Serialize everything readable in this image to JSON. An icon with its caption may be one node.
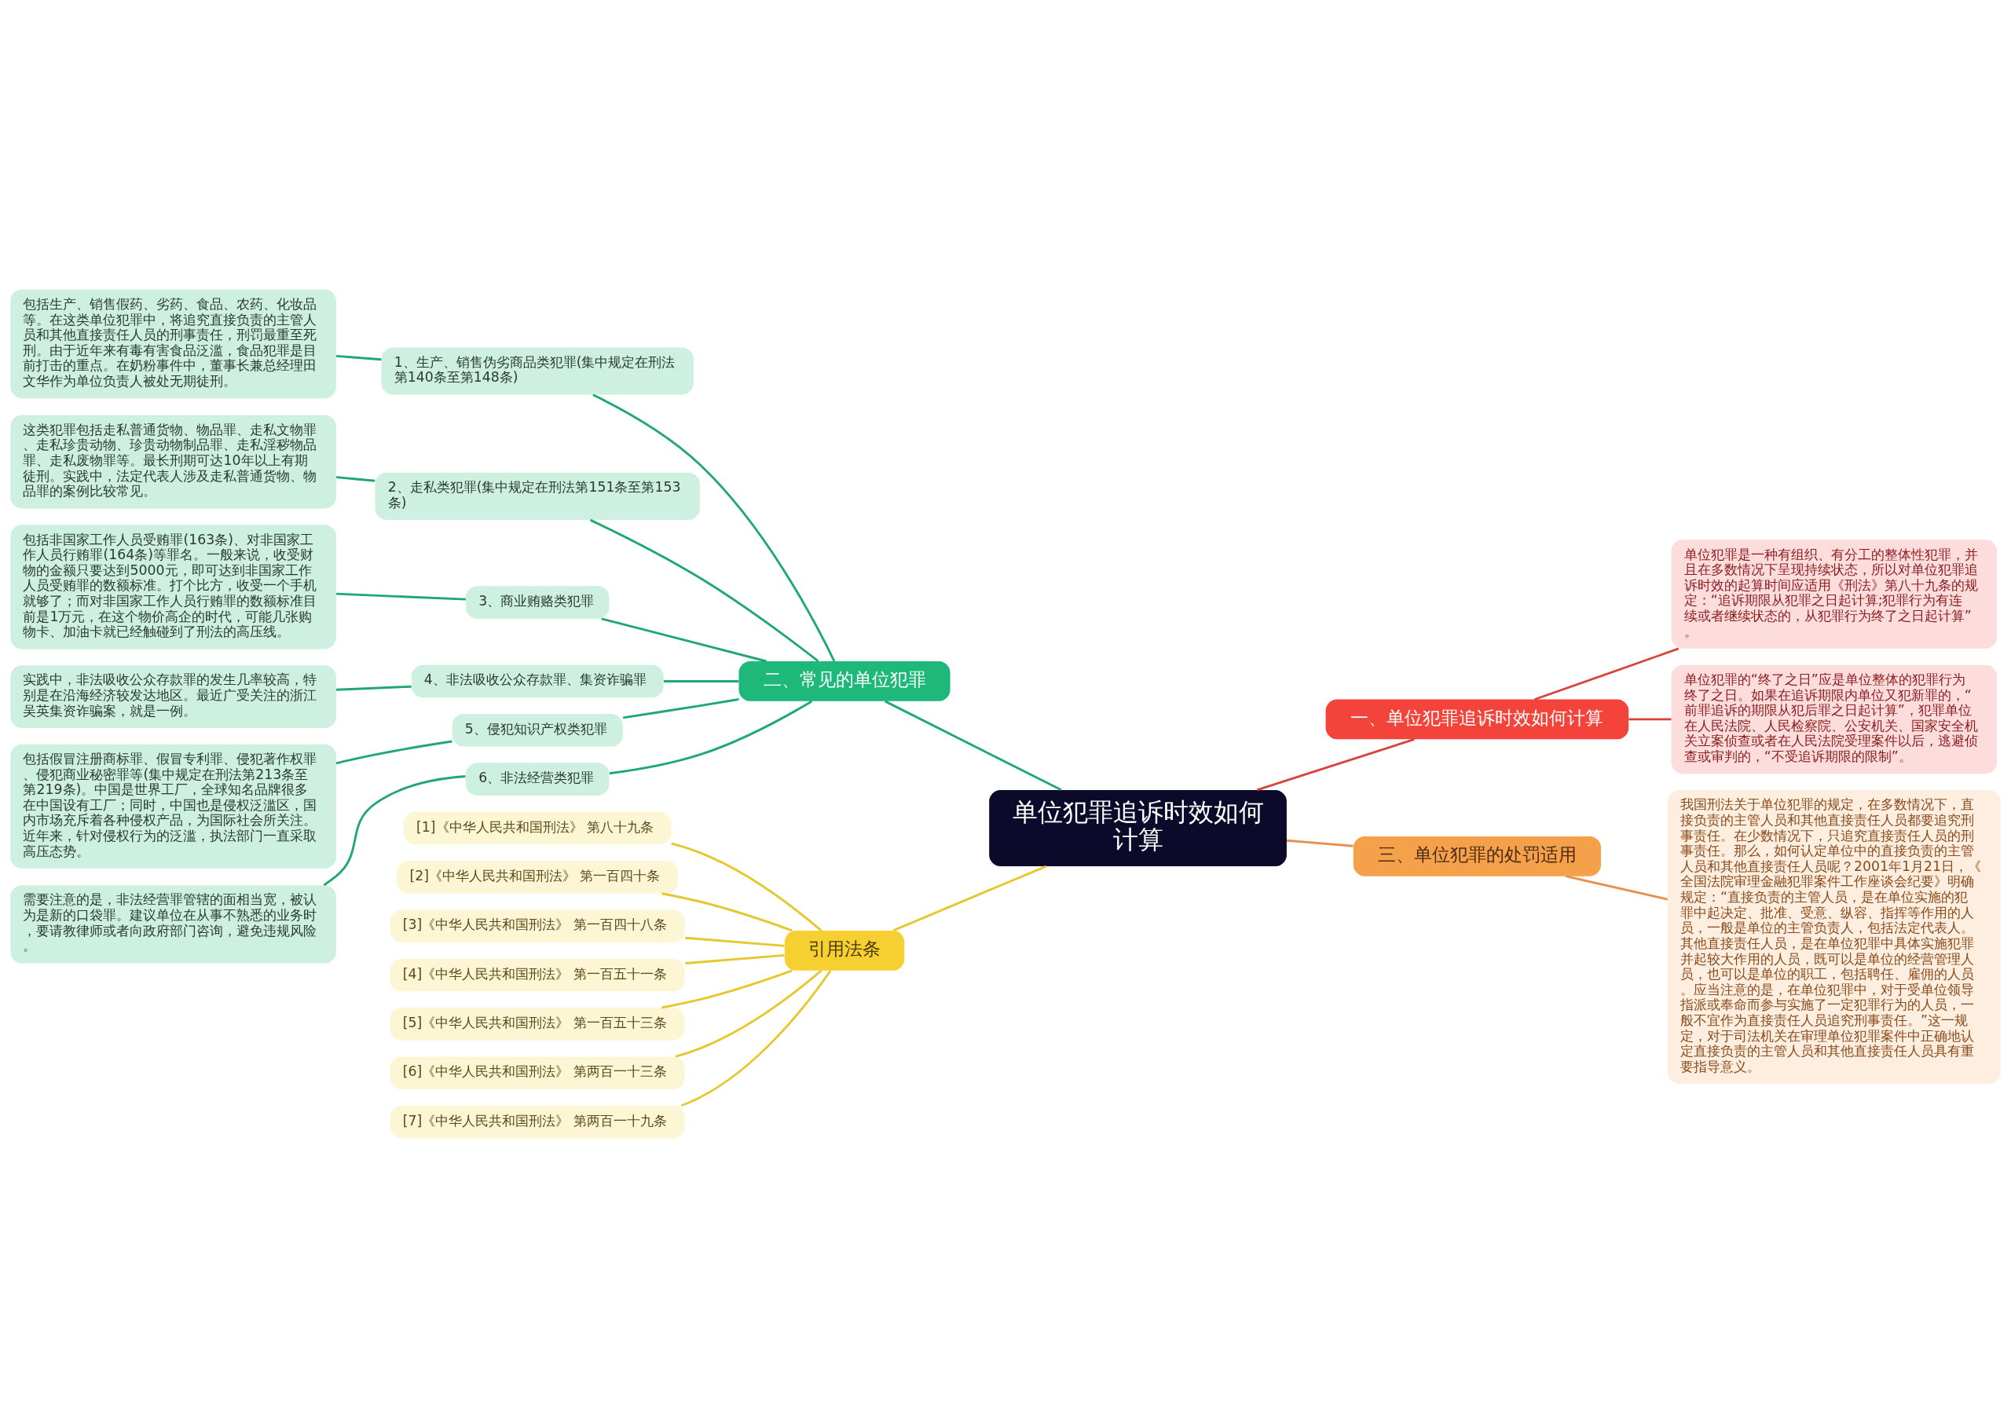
{
  "diagram": {
    "nodes": [
      {
        "text": [
          "单位犯罪追诉时效如何计算"
        ]
      },
      {
        "text": [
          "一、单位犯罪追诉时效如何计算"
        ]
      },
      {
        "text": [
          "单位犯罪是一种有组织、有分工的整体性犯罪，并且在多数情况下呈现持续状态，所以对单位犯罪追诉时效的起算时间应适用《刑法》第八十九条的规定：“追诉期限从犯罪之日起计算;犯罪行为有连续或者继续状态的，从犯罪行为终了之日起计算”。"
        ]
      },
      {
        "text": [
          "单位犯罪的“终了之日”应是单位整体的犯罪行为终了之日。如果在追诉期限内单位又犯新罪的，“前罪追诉的期限从犯后罪之日起计算”，犯罪单位在人民法院、人民检察院、公安机关、国家安全机关立案侦查或者在人民法院受理案件以后，逃避侦查或审判的，“不受追诉期限的限制”。"
        ]
      },
      {
        "text": [
          "二、常见的单位犯罪"
        ]
      },
      {
        "text": [
          "1、生产、销售伪劣商品类犯罪(集中规定在刑法第140条至第148条)"
        ]
      },
      {
        "text": [
          "包括生产、销售假药、劣药、食品、农药、化妆品等。在这类单位犯罪中，将追究直接负责的主管人员和其他直接责任人员的刑事责任，刑罚最重至死刑。由于近年来有毒有害食品泛滥，食品犯罪是目前打击的重点。在奶粉事件中，董事长兼总经理田文华作为单位负责人被处无期徒刑。"
        ]
      },
      {
        "text": [
          "2、走私类犯罪(集中规定在刑法第151条至第153条)"
        ]
      },
      {
        "text": [
          "这类犯罪包括走私普通货物、物品罪、走私文物罪、走私珍贵动物、珍贵动物制品罪、走私淫秽物品罪、走私废物罪等。最长刑期可达10年以上有期徒刑。实践中，法定代表人涉及走私普通货物、物品罪的案例比较常见。"
        ]
      },
      {
        "text": [
          "3、商业贿赂类犯罪"
        ]
      },
      {
        "text": [
          "包括非国家工作人员受贿罪(163条)、对非国家工作人员行贿罪(164条)等罪名。一般来说，收受财物的金额只要达到5000元，即可达到非国家工作人员受贿罪的数额标准。打个比方，收受一个手机就够了；而对非国家工作人员行贿罪的数额标准目前是1万元，在这个物价高企的时代，可能几张购物卡、加油卡就已经触碰到了刑法的高压线。"
        ]
      },
      {
        "text": [
          "4、非法吸收公众存款罪、集资诈骗罪"
        ]
      },
      {
        "text": [
          "实践中，非法吸收公众存款罪的发生几率较高，特别是在沿海经济较发达地区。最近广受关注的浙江吴英集资诈骗案，就是一例。"
        ]
      },
      {
        "text": [
          "5、侵犯知识产权类犯罪"
        ]
      },
      {
        "text": [
          "包括假冒注册商标罪、假冒专利罪、侵犯著作权罪、侵犯商业秘密罪等(集中规定在刑法第213条至第219条)。中国是世界工厂，全球知名品牌很多在中国设有工厂；同时，中国也是侵权泛滥区，国内市场充斥着各种侵权产品，为国际社会所关注。近年来，针对侵权行为的泛滥，执法部门一直采取高压态势。"
        ]
      },
      {
        "text": [
          "6、非法经营类犯罪"
        ]
      },
      {
        "text": [
          "需要注意的是，非法经营罪管辖的面相当宽，被认为是新的口袋罪。建议单位在从事不熟悉的业务时，要请教律师或者向政府部门咨询，避免违规风险。"
        ]
      },
      {
        "text": [
          "三、单位犯罪的处罚适用"
        ]
      },
      {
        "text": [
          "我国刑法关于单位犯罪的规定，在多数情况下，直接负责的主管人员和其他直接责任人员都要追究刑事责任。在少数情况下，只追究直接责任人员的刑事责任。那么，如何认定单位中的直接负责的主管人员和其他直接责任人员呢？2001年1月21日，《全国法院审理金融犯罪案件工作座谈会纪要》明确规定：“直接负责的主管人员，是在单位实施的犯罪中起决定、批准、受意、纵容、指挥等作用的人员，一般是单位的主管负责人，包括法定代表人。其他直接责任人员，是在单位犯罪中具体实施犯罪并起较大作用的人员，既可以是单位的经营管理人员，也可以是单位的职工，包括聘任、雇佣的人员。应当注意的是，在单位犯罪中，对于受单位领导指派或奉命而参与实施了一定犯罪行为的人员，一般不宜作为直接责任人员追究刑事责任。”这一规定，对于司法机关在审理单位犯罪案件中正确地认定直接负责的主管人员和其他直接责任人员具有重要指导意义。"
        ]
      },
      {
        "text": [
          "引用法条"
        ]
      },
      {
        "text": [
          "[1]《中华人民共和国刑法》 第八十九条"
        ]
      },
      {
        "text": [
          "[2]《中华人民共和国刑法》 第一百四十条"
        ]
      },
      {
        "text": [
          "[3]《中华人民共和国刑法》 第一百四十八条"
        ]
      },
      {
        "text": [
          "[4]《中华人民共和国刑法》 第一百五十一条"
        ]
      },
      {
        "text": [
          "[5]《中华人民共和国刑法》 第一百五十三条"
        ]
      },
      {
        "text": [
          "[6]《中华人民共和国刑法》 第两百一十三条"
        ]
      },
      {
        "text": [
          "[7]《中华人民共和国刑法》 第两百一十九条"
        ]
      }
    ],
    "edges": [
      {
        "from": 0,
        "to": 1,
        "arrow": "none",
        "color": "#d9443a"
      },
      {
        "from": 1,
        "to": 2,
        "arrow": "none",
        "color": "#d9443a"
      },
      {
        "from": 1,
        "to": 3,
        "arrow": "none",
        "color": "#d9443a"
      },
      {
        "from": 0,
        "to": 4,
        "arrow": "none"
      },
      {
        "from": 4,
        "to": 5,
        "arrow": "none"
      },
      {
        "from": 5,
        "to": 6,
        "arrow": "none"
      },
      {
        "from": 4,
        "to": 7,
        "arrow": "none"
      },
      {
        "from": 7,
        "to": 8,
        "arrow": "none"
      },
      {
        "from": 4,
        "to": 9,
        "arrow": "none"
      },
      {
        "from": 9,
        "to": 10,
        "arrow": "none"
      },
      {
        "from": 4,
        "to": 11,
        "arrow": "none"
      },
      {
        "from": 11,
        "to": 12,
        "arrow": "none"
      },
      {
        "from": 4,
        "to": 13,
        "arrow": "none"
      },
      {
        "from": 13,
        "to": 14,
        "arrow": "none"
      },
      {
        "from": 4,
        "to": 15,
        "arrow": "none"
      },
      {
        "from": 15,
        "to": 16,
        "arrow": "none"
      },
      {
        "from": 0,
        "to": 17,
        "arrow": "none",
        "color": "#e8904a"
      },
      {
        "from": 17,
        "to": 18,
        "arrow": "none",
        "color": "#e8904a"
      },
      {
        "from": 0,
        "to": 19,
        "arrow": "none",
        "color": "#e6c82e"
      },
      {
        "from": 19,
        "to": 20,
        "arrow": "none",
        "color": "#e6c82e"
      },
      {
        "from": 19,
        "to": 21,
        "arrow": "none",
        "color": "#e6c82e"
      },
      {
        "from": 19,
        "to": 22,
        "arrow": "none",
        "color": "#e6c82e"
      },
      {
        "from": 19,
        "to": 23,
        "arrow": "none",
        "color": "#e6c82e"
      },
      {
        "from": 19,
        "to": 24,
        "arrow": "none",
        "color": "#e6c82e"
      },
      {
        "from": 19,
        "to": 25,
        "arrow": "none",
        "color": "#e6c82e"
      },
      {
        "from": 19,
        "to": 26,
        "arrow": "none",
        "color": "#e6c82e"
      }
    ]
  }
}
